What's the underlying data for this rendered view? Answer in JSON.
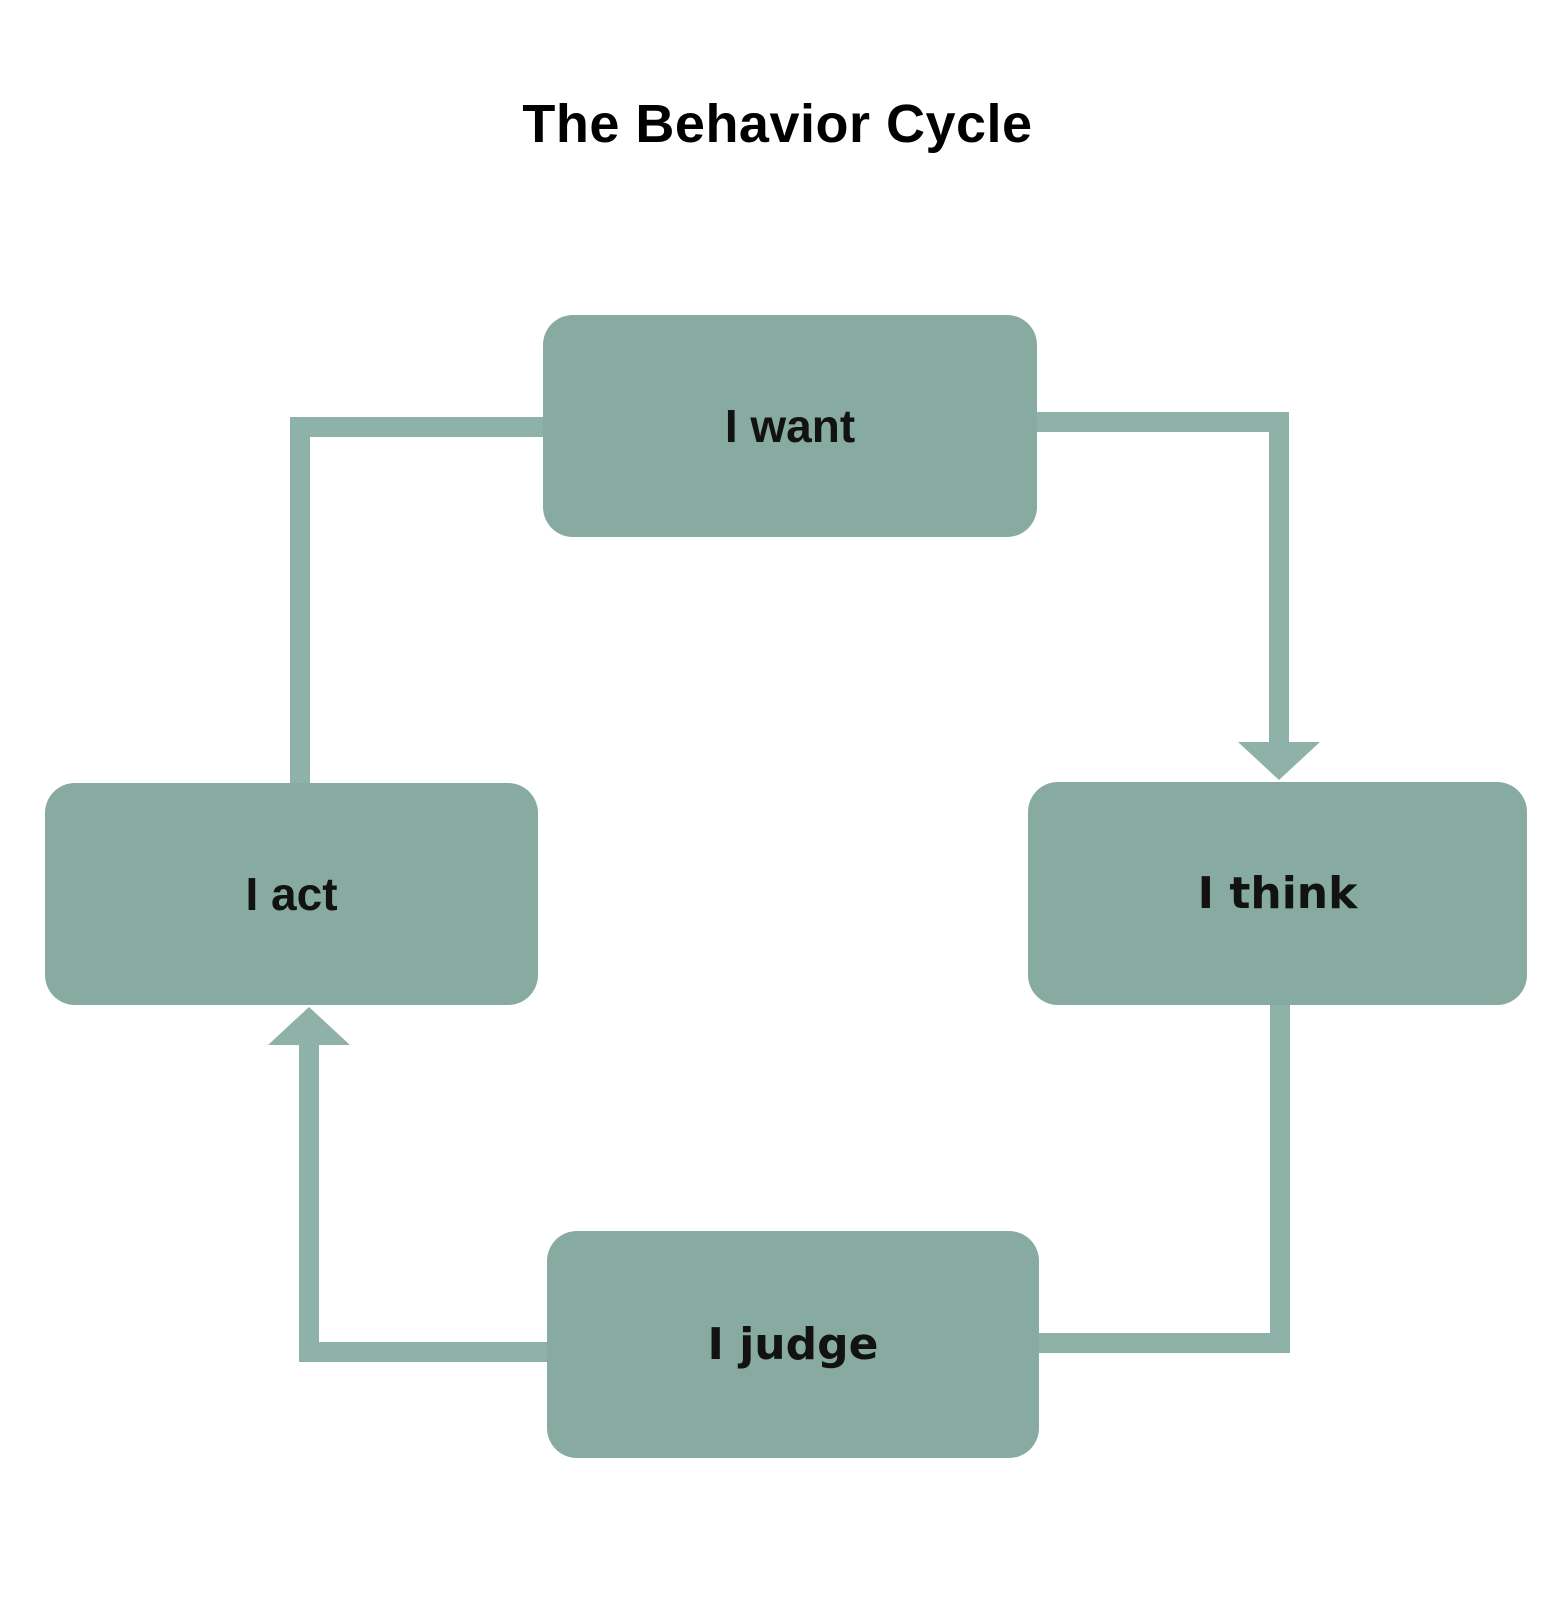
{
  "title": "The Behavior Cycle",
  "colors": {
    "background": "#ffffff",
    "box_fill": "#87aba1",
    "connector": "#8fb2a8",
    "label_text": "#121212",
    "title_text": "#000000"
  },
  "diagram": {
    "type": "cycle-flowchart",
    "nodes": [
      {
        "id": "want",
        "label": "I want"
      },
      {
        "id": "think",
        "label": "I think"
      },
      {
        "id": "judge",
        "label": "I judge"
      },
      {
        "id": "act",
        "label": "I act"
      }
    ],
    "edges": [
      {
        "from": "want",
        "to": "think",
        "direction": "right-then-down",
        "arrowhead_visible": true
      },
      {
        "from": "think",
        "to": "judge",
        "direction": "down-then-left",
        "arrowhead_visible": false
      },
      {
        "from": "judge",
        "to": "act",
        "direction": "left-then-up",
        "arrowhead_visible": true
      },
      {
        "from": "act",
        "to": "want",
        "direction": "up-then-right",
        "arrowhead_visible": false
      }
    ]
  }
}
